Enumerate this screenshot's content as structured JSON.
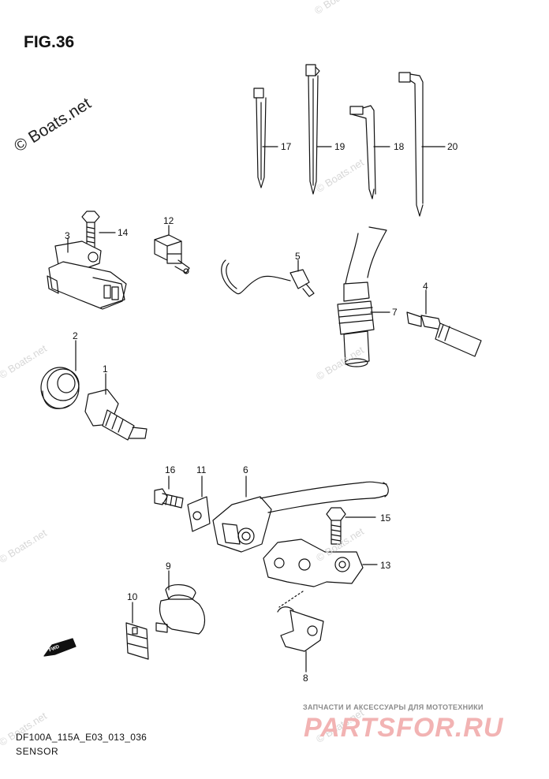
{
  "figure": {
    "title": "FIG.36",
    "code": "DF100A_115A_E03_013_036",
    "section": "SENSOR"
  },
  "watermark": {
    "main": "© Boats.net",
    "faint": "© Boats.net"
  },
  "shop": {
    "tagline": "ЗАПЧАСТИ И АКСЕССУАРЫ ДЛЯ МОТОТЕХНИКИ",
    "logo": "PARTSFOR.RU"
  },
  "forward_marker": "FWD",
  "callouts": {
    "p1": "1",
    "p2": "2",
    "p3": "3",
    "p4": "4",
    "p5": "5",
    "p6": "6",
    "p7": "7",
    "p8": "8",
    "p9": "9",
    "p10": "10",
    "p11": "11",
    "p12": "12",
    "p13": "13",
    "p14": "14",
    "p15": "15",
    "p16": "16",
    "p17": "17",
    "p18": "18",
    "p19": "19",
    "p20": "20"
  },
  "colors": {
    "ink": "#111111",
    "watermark": "#d7d7d7",
    "logo": "#f2b3b3"
  }
}
